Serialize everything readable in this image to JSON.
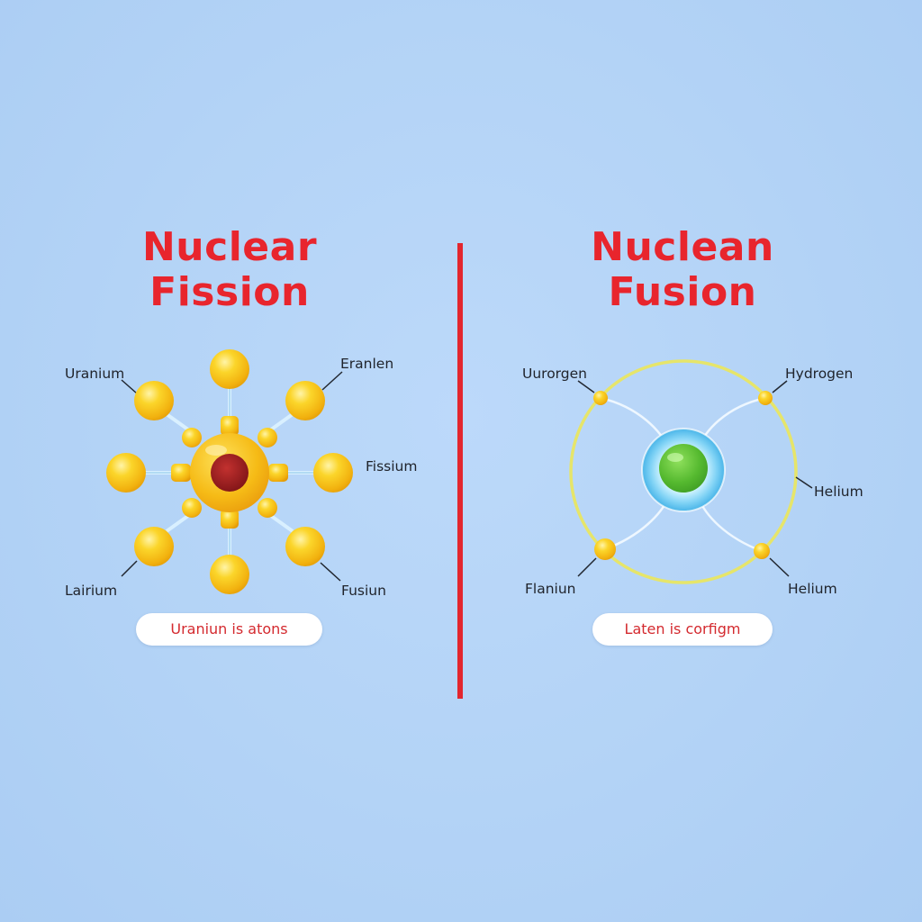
{
  "fission": {
    "title_line1": "Nuclear",
    "title_line2": "Fission",
    "labels": {
      "top_left": "Uranium",
      "top_right": "Eranlen",
      "right": "Fissium",
      "bottom_left": "Lairium",
      "bottom_right": "Fusiun"
    },
    "caption": "Uraniun is atons"
  },
  "fusion": {
    "title_line1": "Nuclean",
    "title_line2": "Fusion",
    "labels": {
      "top_left": "Uurorgen",
      "top_right": "Hydrogen",
      "right": "Helium",
      "bottom_left": "Flaniun",
      "bottom_right": "Helium"
    },
    "caption": "Laten is corfigm"
  },
  "colors": {
    "background": "#b3d3f6",
    "title": "#e8252d",
    "divider": "#e3262e",
    "atom_yellow": "#f7c21a",
    "nucleus_red": "#9c1b1e",
    "nucleus_green": "#5cbf33",
    "orbit": "#dde36a",
    "caption_text": "#d42a2f"
  }
}
